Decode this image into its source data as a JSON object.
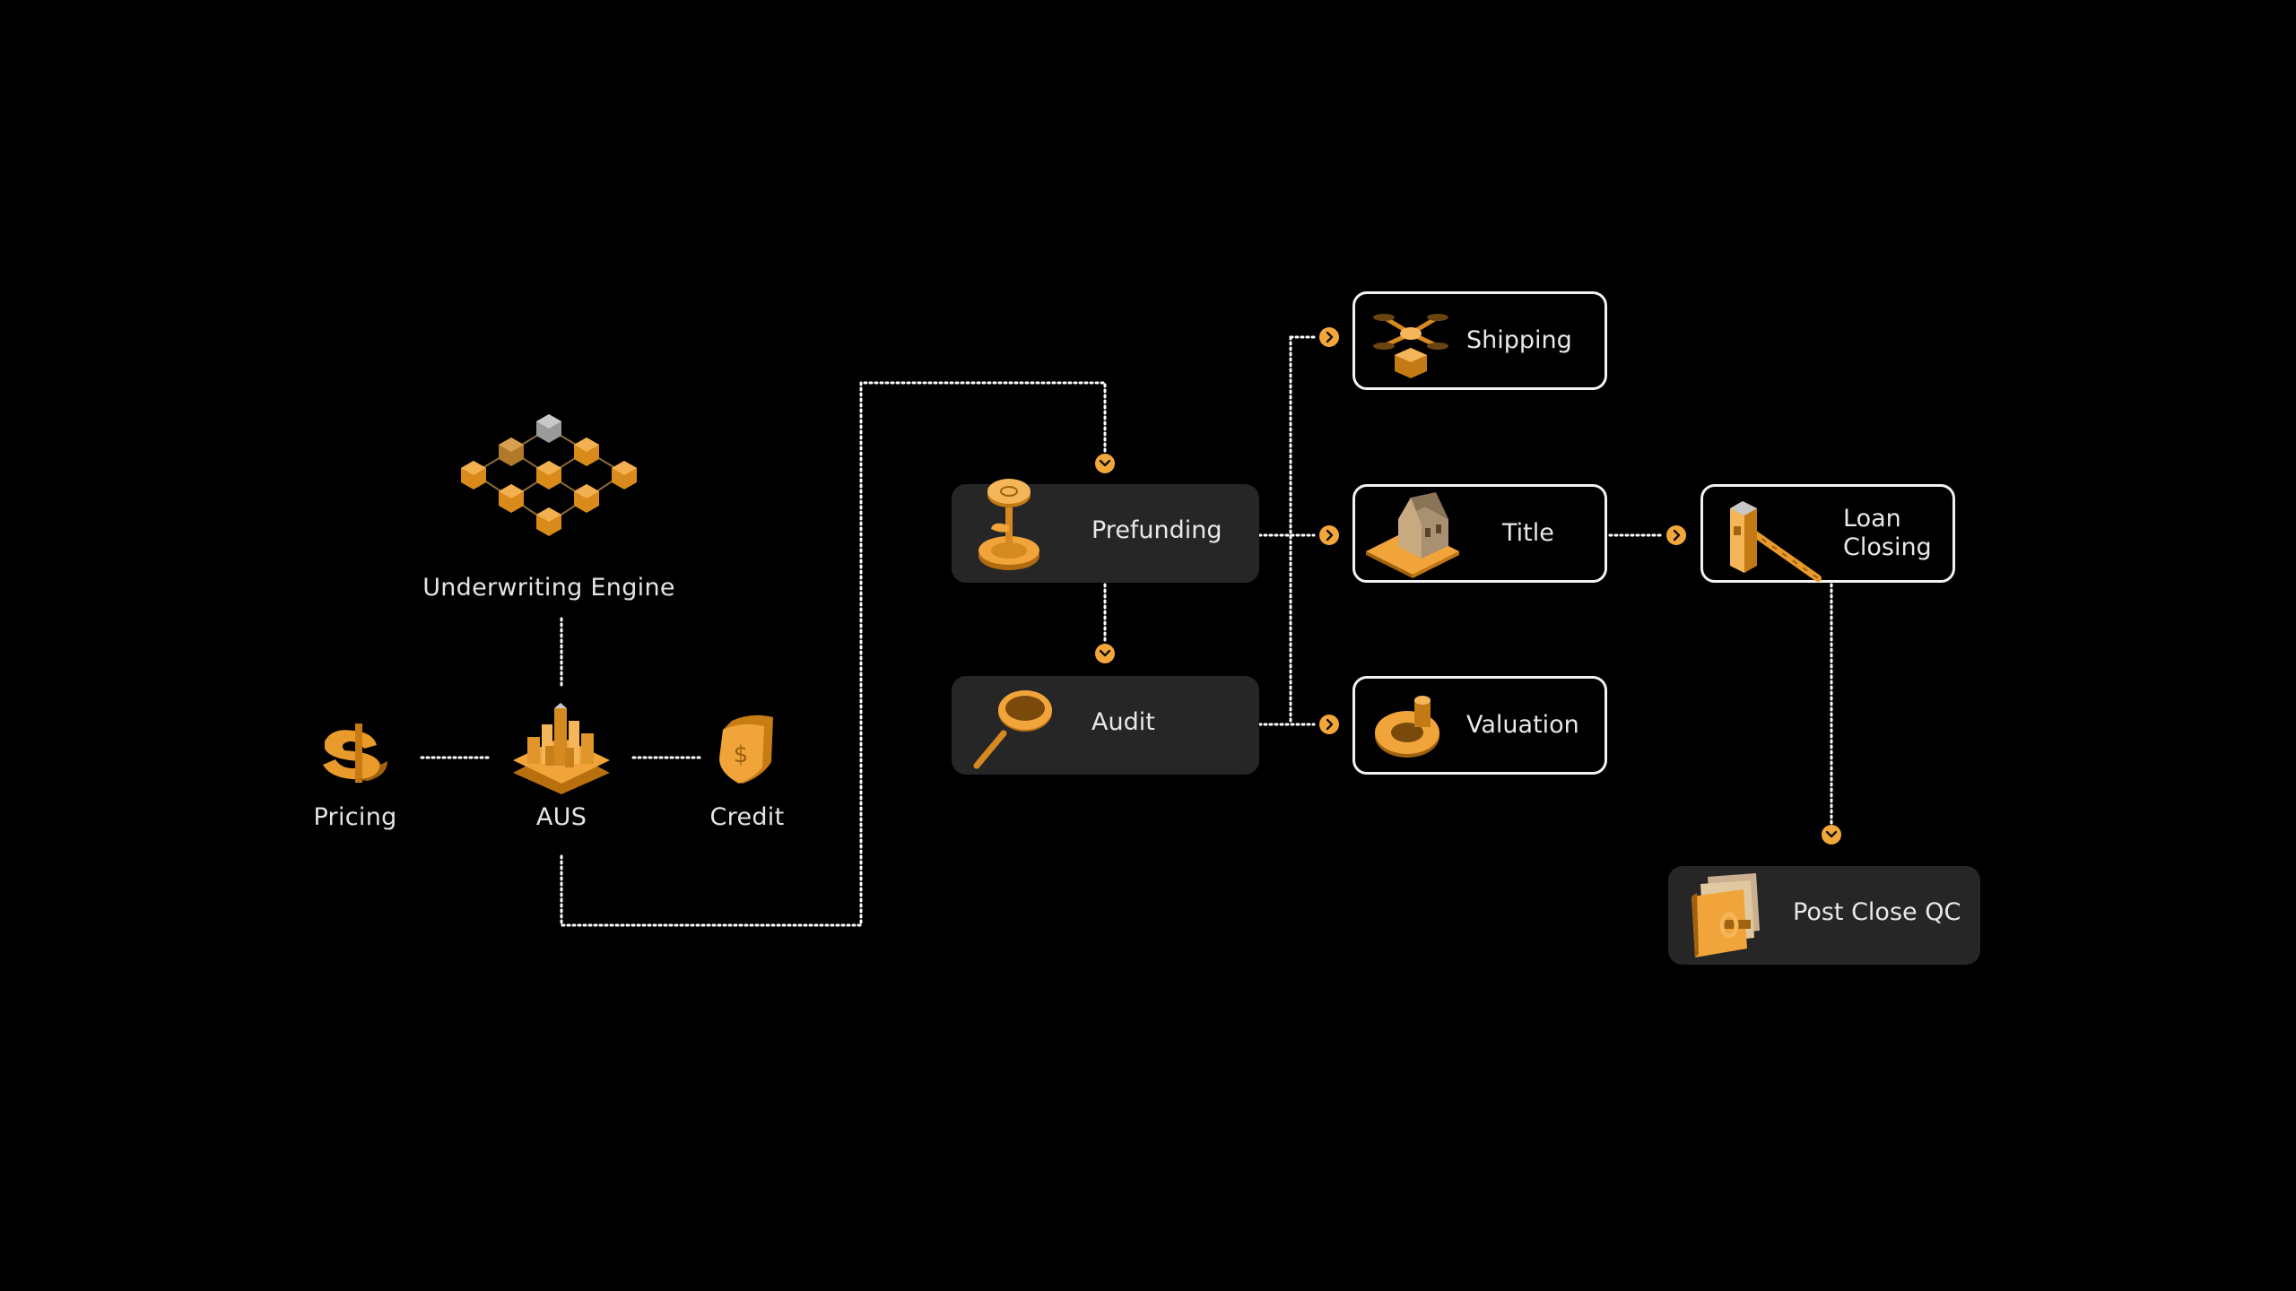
{
  "colors": {
    "background": "#000000",
    "accent_gold": "#f3a73b",
    "card_fill": "#262626",
    "card_border": "#f2f2f2",
    "text": "#e6e6e6"
  },
  "nodes": {
    "underwriting_engine": {
      "label": "Underwriting Engine",
      "icon": "cube-network-icon"
    },
    "pricing": {
      "label": "Pricing",
      "icon": "dollar-sign-icon"
    },
    "aus": {
      "label": "AUS",
      "icon": "city-blocks-icon"
    },
    "credit": {
      "label": "Credit",
      "icon": "dollar-shield-icon"
    }
  },
  "cards": {
    "prefunding": {
      "label": "Prefunding",
      "icon": "coin-stamp-icon"
    },
    "audit": {
      "label": "Audit",
      "icon": "magnifier-icon"
    },
    "shipping": {
      "label": "Shipping",
      "icon": "drone-package-icon"
    },
    "title": {
      "label": "Title",
      "icon": "house-plot-icon"
    },
    "valuation": {
      "label": "Valuation",
      "icon": "coin-ring-icon"
    },
    "loan_closing": {
      "label_line1": "Loan",
      "label_line2": "Closing",
      "icon": "gate-barrier-icon"
    },
    "post_close_qc": {
      "label": "Post Close QC",
      "icon": "folder-key-icon"
    }
  }
}
